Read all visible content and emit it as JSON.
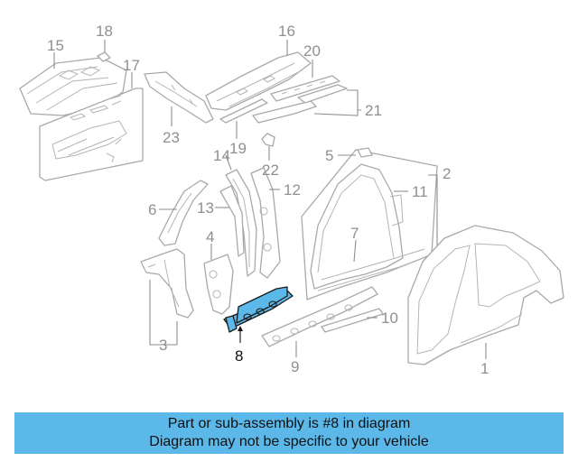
{
  "diagram": {
    "callouts": {
      "c1": "1",
      "c2": "2",
      "c3": "3",
      "c4": "4",
      "c5": "5",
      "c6": "6",
      "c7": "7",
      "c8": "8",
      "c9": "9",
      "c10": "10",
      "c11": "11",
      "c12": "12",
      "c13": "13",
      "c14": "14",
      "c15": "15",
      "c16": "16",
      "c17": "17",
      "c18": "18",
      "c19": "19",
      "c20": "20",
      "c21": "21",
      "c22": "22",
      "c23": "23"
    },
    "highlighted_part": "8",
    "colors": {
      "highlight": "#5bb8e8",
      "line": "#a9a9a9",
      "banner": "#5bb8e8"
    }
  },
  "banner": {
    "line1": "Part or sub-assembly is #8 in diagram",
    "line2": "Diagram may not be specific to your vehicle"
  }
}
